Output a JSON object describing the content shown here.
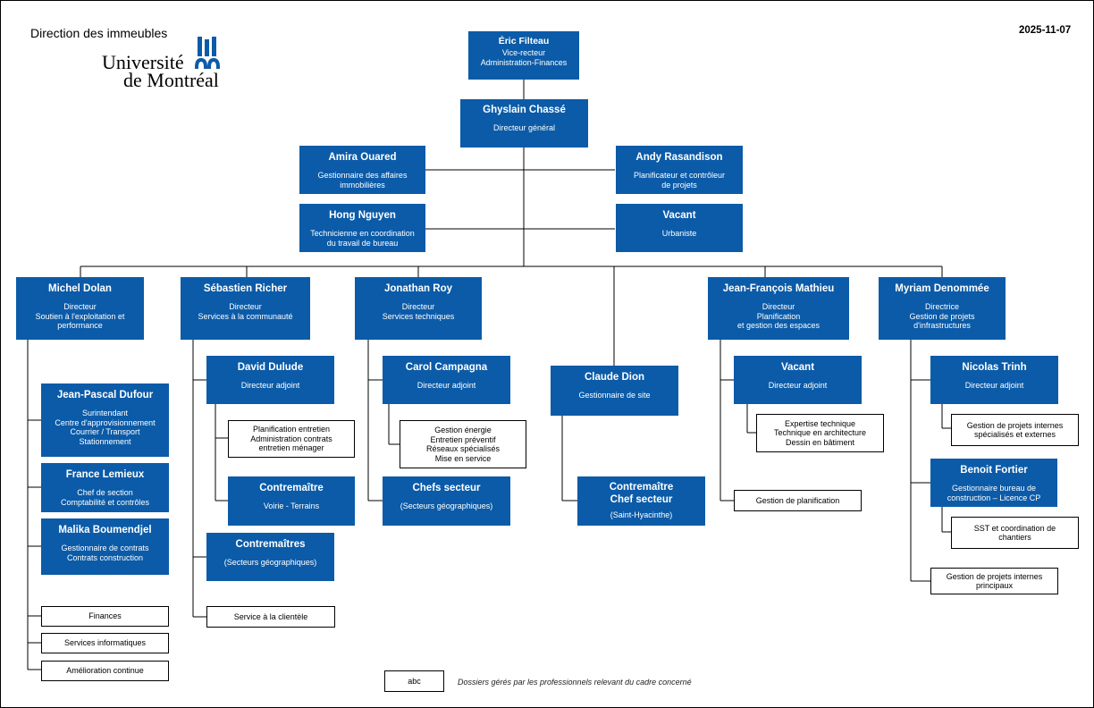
{
  "header": {
    "dept": "Direction des immeubles",
    "logo_line1": "Université",
    "logo_line2": "de Montréal",
    "date": "2025-11-07"
  },
  "colors": {
    "box": "#0b5ba8",
    "line": "#000000"
  },
  "boxes": {
    "filteau": {
      "name": "Éric Filteau",
      "title": "Vice-recteur\nAdministration-Finances"
    },
    "chasse": {
      "name": "Ghyslain Chassé",
      "title": "Directeur général"
    },
    "ouared": {
      "name": "Amira Ouared",
      "title": "Gestionnaire des affaires\nimmobilières"
    },
    "rasandison": {
      "name": "Andy Rasandison",
      "title": "Planificateur et contrôleur\nde projets"
    },
    "nguyen": {
      "name": "Hong Nguyen",
      "title": "Technicienne en coordination\ndu travail de bureau"
    },
    "vacant_urb": {
      "name": "Vacant",
      "title": "Urbaniste"
    },
    "dolan": {
      "name": "Michel Dolan",
      "title": "Directeur\nSoutien à l'exploitation et\nperformance"
    },
    "richer": {
      "name": "Sébastien Richer",
      "title": "Directeur\nServices à la communauté"
    },
    "roy": {
      "name": "Jonathan Roy",
      "title": "Directeur\nServices techniques"
    },
    "mathieu": {
      "name": "Jean-François Mathieu",
      "title": "Directeur\nPlanification\net gestion des espaces"
    },
    "denommee": {
      "name": "Myriam Denommée",
      "title": "Directrice\nGestion de projets\nd'infrastructures"
    },
    "dufour": {
      "name": "Jean-Pascal Dufour",
      "title": "Surintendant\nCentre d'approvisionnement\nCourrier / Transport\nStationnement"
    },
    "lemieux": {
      "name": "France Lemieux",
      "title": "Chef de section\nComptabilité et contrôles"
    },
    "boumendjel": {
      "name": "Malika Boumendjel",
      "title": "Gestionnaire de contrats\nContrats construction"
    },
    "dulude": {
      "name": "David Dulude",
      "title": "Directeur adjoint"
    },
    "contremaitre_voirie": {
      "name": "Contremaître",
      "title": "Voirie - Terrains"
    },
    "contremaitres_sect": {
      "name": "Contremaîtres",
      "title": "(Secteurs géographiques)"
    },
    "campagna": {
      "name": "Carol Campagna",
      "title": "Directeur adjoint"
    },
    "chefs_secteur": {
      "name": "Chefs secteur",
      "title": "(Secteurs géographiques)"
    },
    "dion": {
      "name": "Claude Dion",
      "title": "Gestionnaire de site"
    },
    "chef_st_hyacinthe": {
      "name": "Contremaître\nChef secteur",
      "title": "(Saint-Hyacinthe)"
    },
    "vacant_adj": {
      "name": "Vacant",
      "title": "Directeur adjoint"
    },
    "trinh": {
      "name": "Nicolas Trinh",
      "title": "Directeur adjoint"
    },
    "fortier": {
      "name": "Benoit Fortier",
      "title": "Gestionnaire bureau de\nconstruction – Licence CP"
    }
  },
  "wboxes": {
    "finances": "Finances",
    "services_info": "Services informatiques",
    "amelioration": "Amélioration continue",
    "planif_entretien": "Planification entretien\nAdministration contrats\nentretien ménager",
    "service_clientele": "Service à la clientèle",
    "gestion_energie": "Gestion énergie\nEntretien préventif\nRéseaux spécialisés\nMise en service",
    "expertise": "Expertise technique\nTechnique en architecture\nDessin en bâtiment",
    "gestion_planif": "Gestion de planification",
    "projets_speciaux": "Gestion de projets internes\nspécialisés et externes",
    "sst": "SST et coordination de\nchantiers",
    "projets_principaux": "Gestion de projets internes\nprincipaux",
    "legend_abc": "abc"
  },
  "legend": {
    "text": "Dossiers gérés par les professionnels relevant du cadre concerné"
  }
}
